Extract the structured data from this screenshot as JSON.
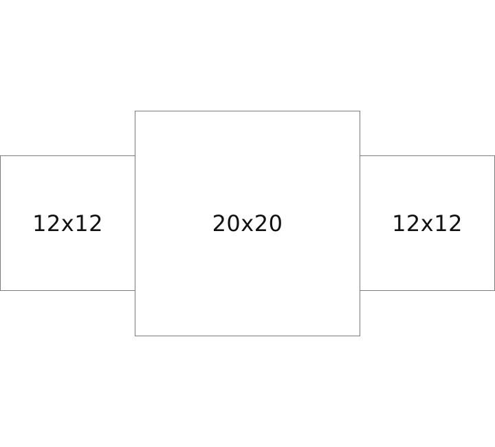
{
  "boxes": [
    {
      "label": "12x12"
    },
    {
      "label": "20x20"
    },
    {
      "label": "12x12"
    }
  ],
  "colors": {
    "border": "#7a7a7a",
    "background": "#ffffff",
    "text": "#111111"
  }
}
